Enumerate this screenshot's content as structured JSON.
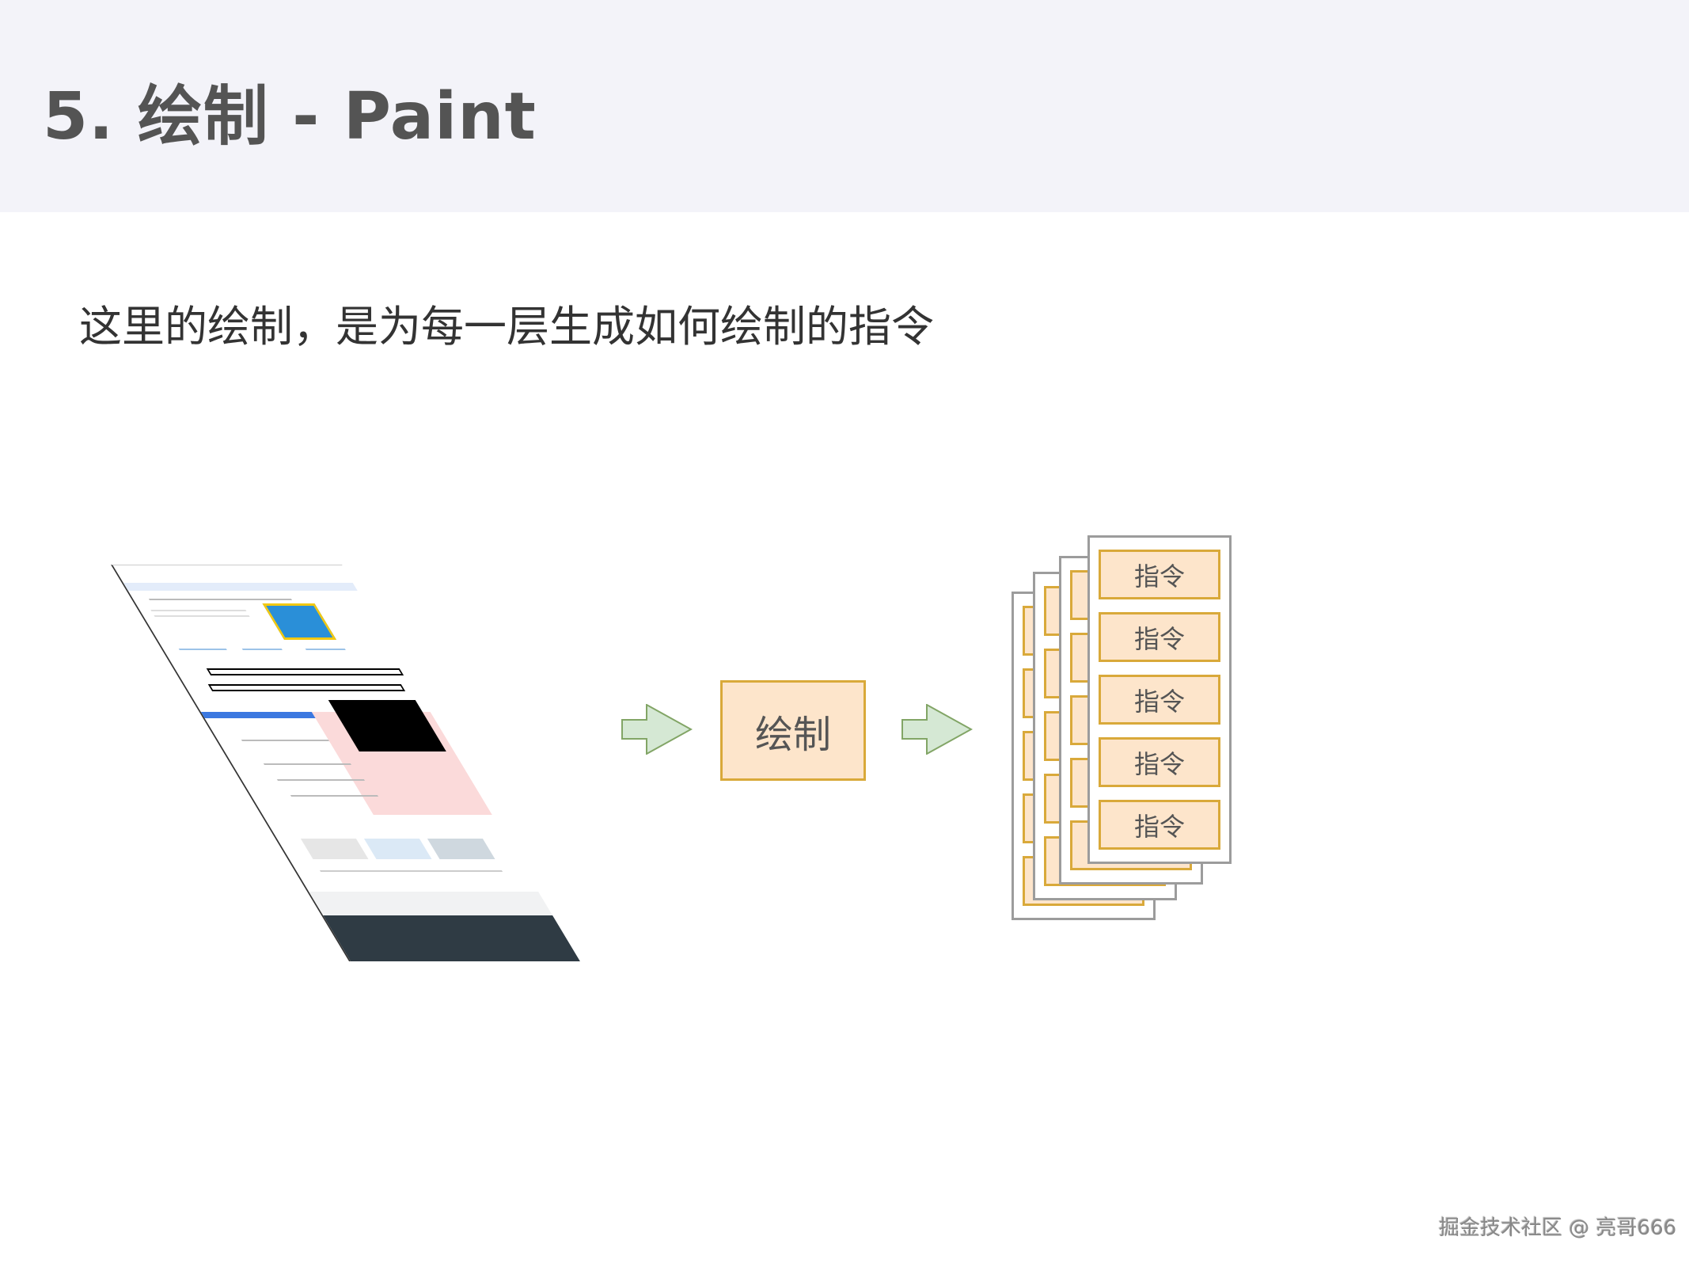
{
  "header": {
    "title": "5. 绘制 - Paint"
  },
  "subtitle": "这里的绘制，是为每一层生成如何绘制的指令",
  "diagram": {
    "process_label": "绘制",
    "instruction_label": "指令",
    "card_count": 4,
    "instructions_per_card": 5,
    "colors": {
      "box_fill": "#fde5cb",
      "box_border": "#d9a93a",
      "arrow_fill": "#d5e8d4",
      "arrow_border": "#82a566",
      "card_border": "#9c9c9c"
    }
  },
  "watermark": "掘金技术社区 @ 亮哥666"
}
